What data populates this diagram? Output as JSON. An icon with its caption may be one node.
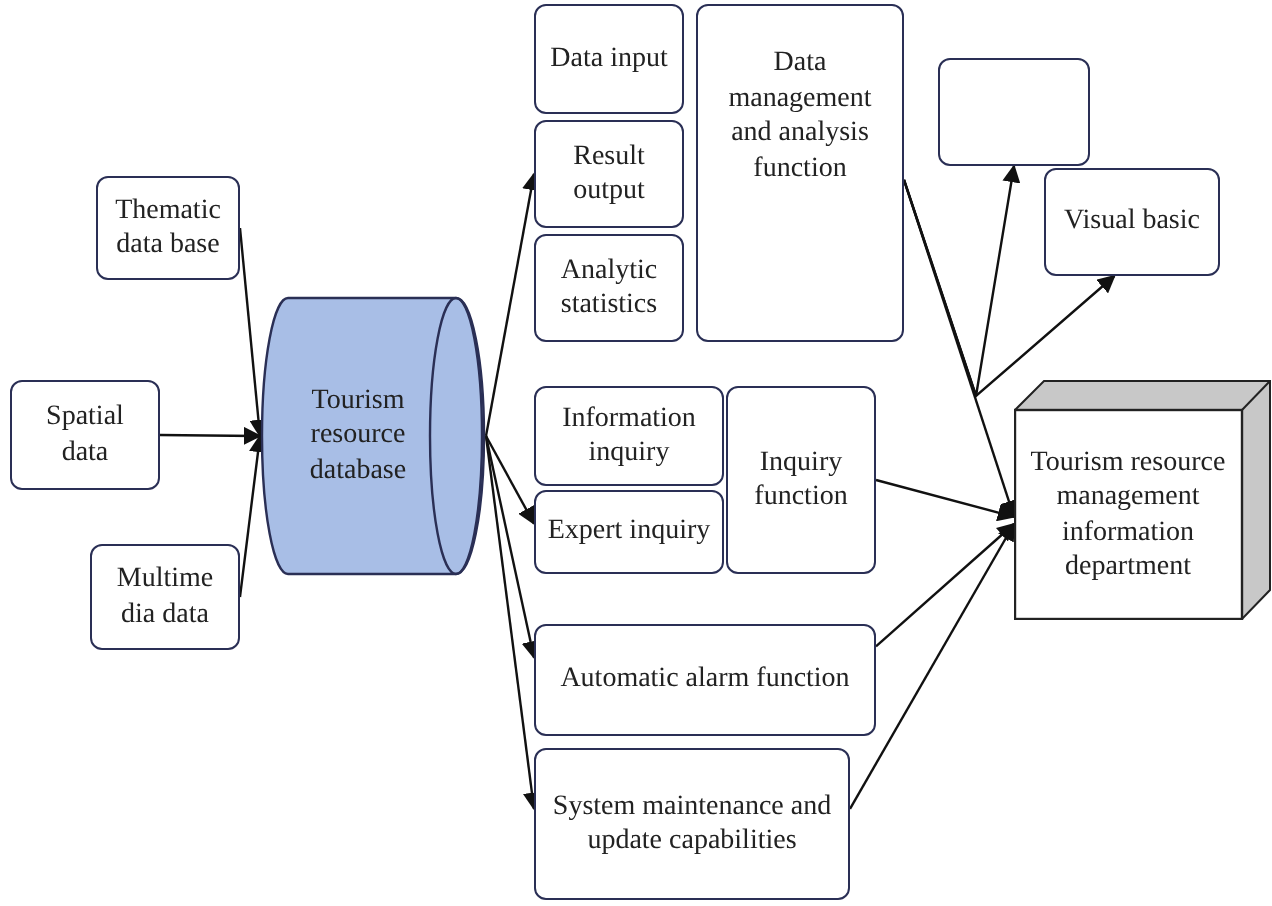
{
  "diagram": {
    "nodes": [
      {
        "text": [
          "Thematic data base"
        ]
      },
      {
        "text": [
          "Spatial data"
        ]
      },
      {
        "text": [
          "Multime dia data"
        ]
      },
      {
        "text": [
          "Tourism resource database"
        ]
      },
      {
        "text": [
          "Data input"
        ]
      },
      {
        "text": [
          "Result output"
        ]
      },
      {
        "text": [
          "Analytic statistics"
        ]
      },
      {
        "text": [
          "Data management and analysis function"
        ]
      },
      {
        "text": [
          "Information inquiry"
        ]
      },
      {
        "text": [
          "Expert inquiry"
        ]
      },
      {
        "text": [
          "Inquiry function"
        ]
      },
      {
        "text": [
          "Automatic alarm function"
        ]
      },
      {
        "text": [
          "System maintenance and update capabilities"
        ]
      },
      {
        "text": [],
        "shape": "box"
      },
      {
        "text": [
          "Visual basic"
        ]
      },
      {
        "text": [
          "Tourism resource management information department"
        ]
      }
    ],
    "edges": [
      {
        "from": 0,
        "to": 3,
        "arrow": "to"
      },
      {
        "from": 1,
        "to": 3,
        "arrow": "to"
      },
      {
        "from": 2,
        "to": 3,
        "arrow": "to"
      },
      {
        "from": 3,
        "to": 5,
        "arrow": "to"
      },
      {
        "from": 3,
        "to": 9,
        "arrow": "to"
      },
      {
        "from": 3,
        "to": 11,
        "arrow": "to"
      },
      {
        "from": 3,
        "to": 12,
        "arrow": "to"
      },
      {
        "from": 7,
        "to": 15,
        "arrow": "to"
      },
      {
        "from": 10,
        "to": 15,
        "arrow": "to"
      },
      {
        "from": 11,
        "to": 15,
        "arrow": "to"
      },
      {
        "from": 12,
        "to": 15,
        "arrow": "to"
      },
      {
        "from": 7,
        "to": 13,
        "arrow": "to"
      },
      {
        "from": 7,
        "to": 14,
        "arrow": "to"
      }
    ]
  }
}
